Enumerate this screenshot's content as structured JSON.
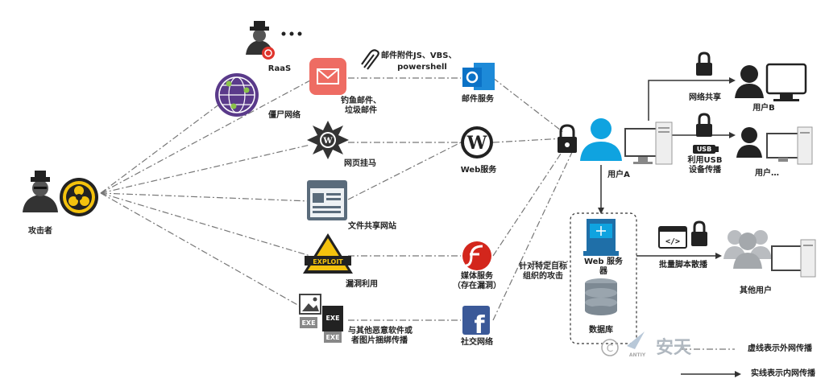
{
  "labels": {
    "attacker": "攻击者",
    "raas": "RaaS",
    "botnet": "僵尸网络",
    "attachments_1": "邮件附件JS、VBS、",
    "attachments_2": "powershell",
    "phishing_1": "钓鱼邮件、",
    "phishing_2": "垃圾邮件",
    "mail_service": "邮件服务",
    "web_trojan": "网页挂马",
    "web_service": "Web服务",
    "file_share": "文件共享网站",
    "exploit": "漏洞利用",
    "exploit_badge": "EXPLOIT",
    "media_1": "媒体服务",
    "media_2": "（存在漏洞）",
    "bundle_1": "与其他恶意软件或",
    "bundle_2": "者图片捆绑传播",
    "social": "社交网络",
    "targeted_1": "针对特定目标",
    "targeted_2": "组织的攻击",
    "user_a": "用户A",
    "network_share": "网络共享",
    "user_b": "用户B",
    "usb_1": "利用USB",
    "usb_2": "设备传播",
    "usb_badge": "USB",
    "user_more": "用户…",
    "web_server_1": "Web 服务",
    "web_server_2": "器",
    "database": "数据库",
    "batch_script": "批量脚本散播",
    "other_users": "其他用户",
    "exe": "EXE",
    "watermark": "安天",
    "watermark_small": "ANTIY",
    "legend_dashed": "虚线表示外网传播",
    "legend_solid": "实线表示内网传播"
  },
  "colors": {
    "user_blue": "#0fa3e0",
    "dark_gray": "#333333",
    "mail_red": "#ee6c63",
    "outlook_blue": "#0b72c6",
    "flash_red": "#d3261c",
    "facebook_blue": "#3b5998",
    "exploit_yellow": "#f4c20d",
    "botnet_purple": "#5a3a8a"
  }
}
